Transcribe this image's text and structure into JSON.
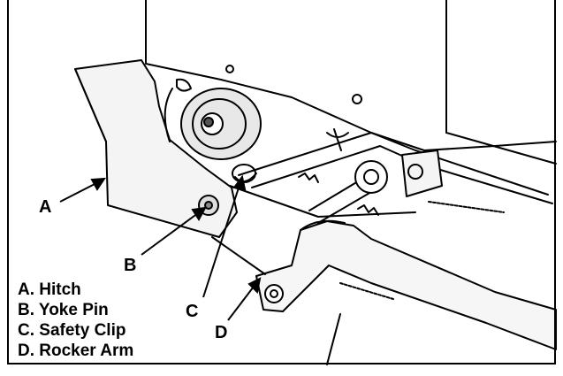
{
  "callouts": {
    "a": "A",
    "b": "B",
    "c": "C",
    "d": "D"
  },
  "legend": [
    "A. Hitch",
    "B. Yoke Pin",
    "C. Safety Clip",
    "D. Rocker Arm"
  ]
}
